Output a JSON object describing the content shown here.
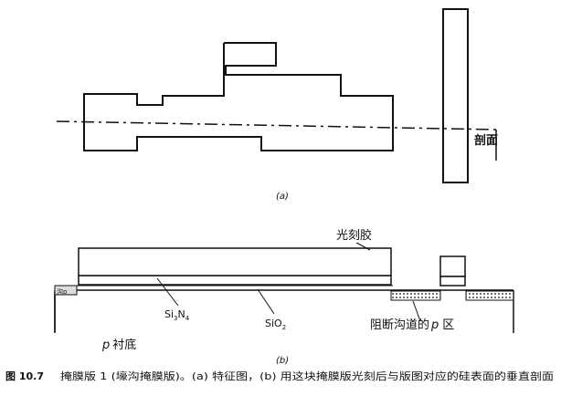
{
  "part_a": {
    "label": "(a)",
    "section_label": "剖面"
  },
  "part_b": {
    "label": "(b)",
    "photoresist_label": "光刻胶",
    "si3n4_base": "Si",
    "si3n4_sub1": "3",
    "si3n4_mid": "N",
    "si3n4_sub2": "4",
    "sio2_base": "SiO",
    "sio2_sub": "2",
    "channel_stop_label": "阻断沟道的",
    "channel_stop_p": "p",
    "channel_stop_suffix": "区",
    "substrate_p": "p",
    "substrate_label": "衬底",
    "left_implant_label": "沟p"
  },
  "caption": {
    "figure_number": "图 10.7",
    "text": "掩膜版 1 (壕沟掩膜版)。(a) 特征图，(b) 用这块掩膜版光刻后与版图对应的硅表面的垂直剖面"
  },
  "colors": {
    "ink": "#111111",
    "paper": "#ffffff"
  }
}
